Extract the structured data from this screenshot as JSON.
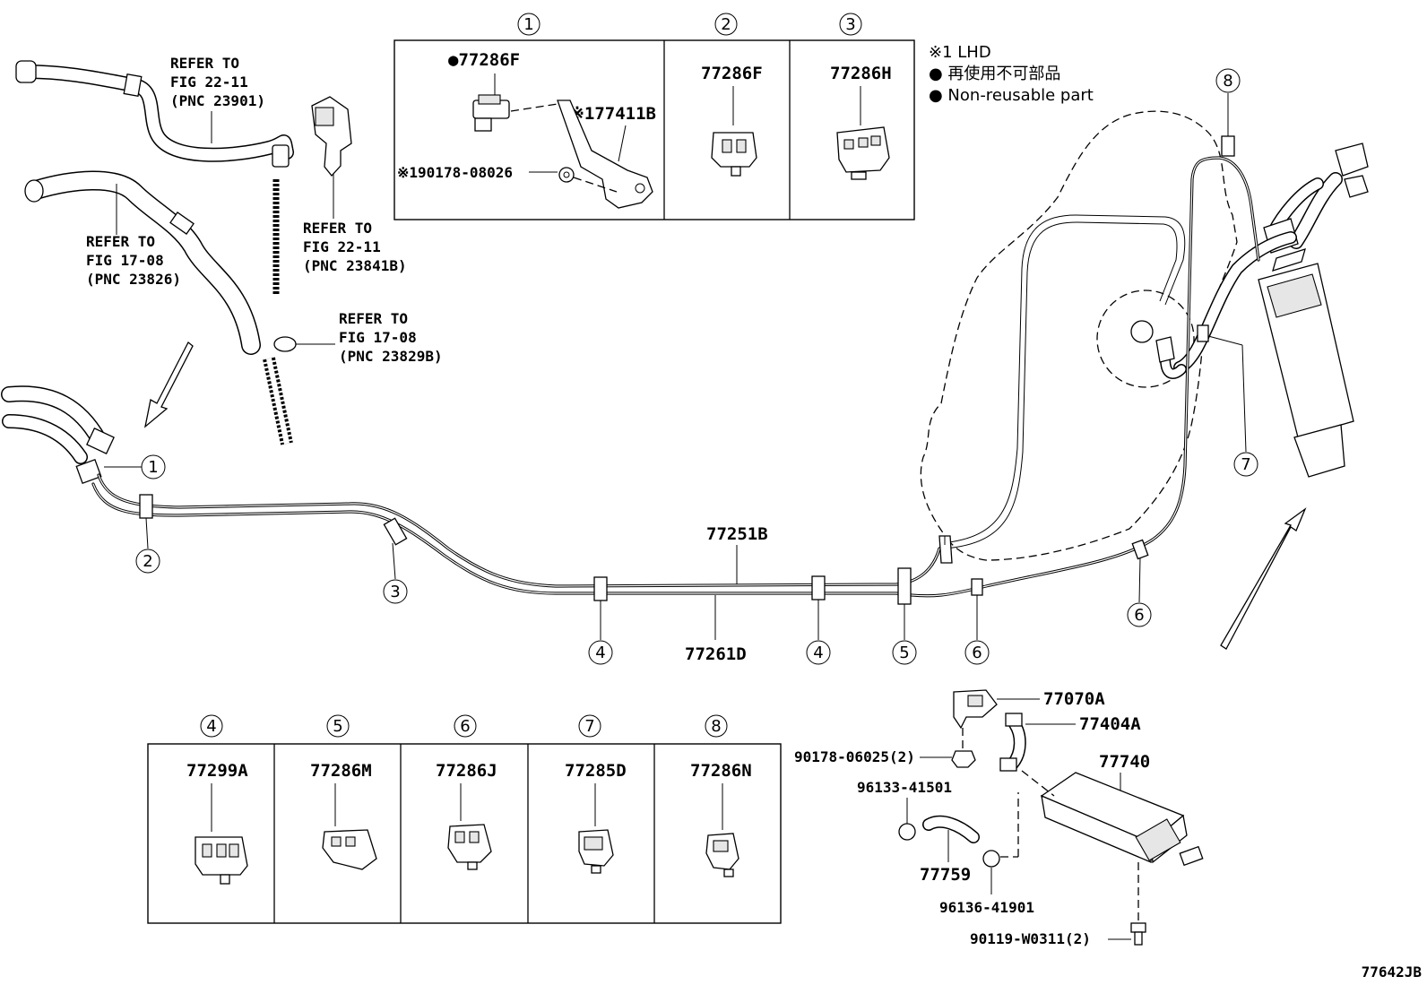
{
  "header_boxes": [
    {
      "num": "1",
      "parts": [
        "●77286F",
        "※177411B",
        "※190178-08026"
      ]
    },
    {
      "num": "2",
      "parts": [
        "77286F"
      ]
    },
    {
      "num": "3",
      "parts": [
        "77286H"
      ]
    }
  ],
  "legend": {
    "lhd": "※1 LHD",
    "nonreusable_jp": "● 再使用不可部品",
    "nonreusable_en": "● Non-reusable part"
  },
  "refer_notes": [
    {
      "lines": [
        "REFER TO",
        "FIG 22-11",
        "(PNC 23901)"
      ]
    },
    {
      "lines": [
        "REFER TO",
        "FIG 22-11",
        "(PNC 23841B)"
      ]
    },
    {
      "lines": [
        "REFER TO",
        "FIG 17-08",
        "(PNC 23826)"
      ]
    },
    {
      "lines": [
        "REFER TO",
        "FIG 17-08",
        "(PNC 23829B)"
      ]
    }
  ],
  "main_labels": {
    "tube_upper": "77251B",
    "tube_lower": "77261D"
  },
  "callouts": [
    "1",
    "2",
    "3",
    "4",
    "4",
    "5",
    "6",
    "6",
    "7",
    "8"
  ],
  "bottom_boxes": [
    {
      "num": "4",
      "part": "77299A"
    },
    {
      "num": "5",
      "part": "77286M"
    },
    {
      "num": "6",
      "part": "77286J"
    },
    {
      "num": "7",
      "part": "77285D"
    },
    {
      "num": "8",
      "part": "77286N"
    }
  ],
  "canister_parts": {
    "p1": "77070A",
    "p2": "77404A",
    "p3": "90178-06025(2)",
    "p4": "77740",
    "p5": "96133-41501",
    "p6": "77759",
    "p7": "96136-41901",
    "p8": "90119-W0311(2)"
  },
  "figure_id": "77642JB"
}
